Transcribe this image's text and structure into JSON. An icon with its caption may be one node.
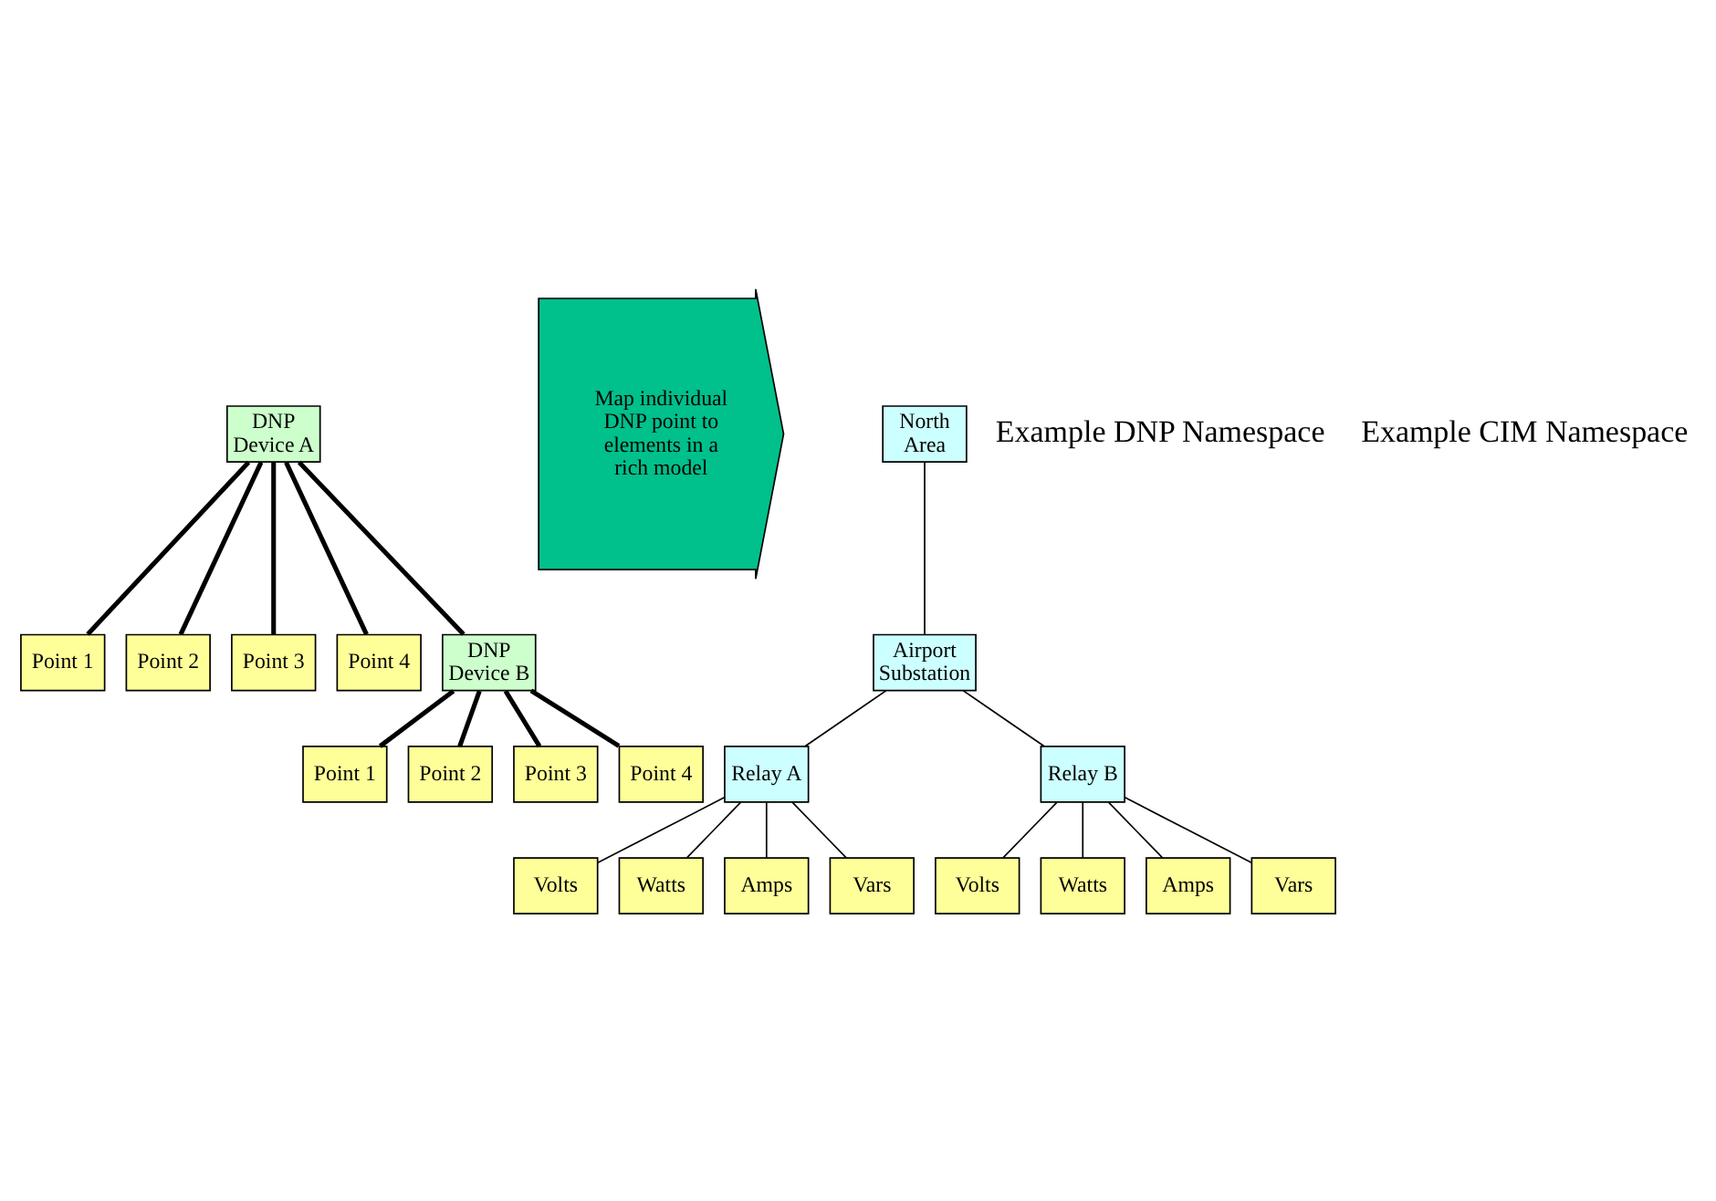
{
  "diagram": {
    "nodes": [
      {
        "text": [
          "DNP Device A"
        ]
      },
      {
        "text": [
          "Point 1"
        ]
      },
      {
        "text": [
          "Point 2"
        ]
      },
      {
        "text": [
          "Point 3"
        ]
      },
      {
        "text": [
          "Point 4"
        ]
      },
      {
        "text": [
          "DNP Device B"
        ]
      },
      {
        "text": [
          "Point 1"
        ]
      },
      {
        "text": [
          "Point 2"
        ]
      },
      {
        "text": [
          "Point 3"
        ]
      },
      {
        "text": [
          "Point 4"
        ]
      },
      {
        "text": [
          "Map individual DNP point to elements in a rich model"
        ]
      },
      {
        "text": [
          "North Area"
        ]
      },
      {
        "text": [
          "Airport Substation"
        ]
      },
      {
        "text": [
          "Relay A"
        ]
      },
      {
        "text": [
          "Relay B"
        ]
      },
      {
        "text": [
          "Volts"
        ]
      },
      {
        "text": [
          "Watts"
        ]
      },
      {
        "text": [
          "Amps"
        ]
      },
      {
        "text": [
          "Vars"
        ]
      },
      {
        "text": [
          "Volts"
        ]
      },
      {
        "text": [
          "Watts"
        ]
      },
      {
        "text": [
          "Amps"
        ]
      },
      {
        "text": [
          "Vars"
        ]
      }
    ],
    "edges": [
      {
        "from": 0,
        "to": 5,
        "arrow": "none",
        "style": "thick"
      },
      {
        "from": 0,
        "to": 1,
        "arrow": "none",
        "style": "thick"
      },
      {
        "from": 0,
        "to": 2,
        "arrow": "none",
        "style": "thick"
      },
      {
        "from": 0,
        "to": 3,
        "arrow": "none",
        "style": "thick"
      },
      {
        "from": 0,
        "to": 4,
        "arrow": "none",
        "style": "thick"
      },
      {
        "from": 5,
        "to": 6,
        "arrow": "none",
        "style": "thick"
      },
      {
        "from": 5,
        "to": 7,
        "arrow": "none",
        "style": "thick"
      },
      {
        "from": 5,
        "to": 8,
        "arrow": "none",
        "style": "thick"
      },
      {
        "from": 5,
        "to": 9,
        "arrow": "none",
        "style": "thick"
      },
      {
        "from": 11,
        "to": 12,
        "arrow": "none"
      },
      {
        "from": 12,
        "to": 13,
        "arrow": "none"
      },
      {
        "from": 12,
        "to": 14,
        "arrow": "none"
      },
      {
        "from": 13,
        "to": 15,
        "arrow": "none"
      },
      {
        "from": 13,
        "to": 16,
        "arrow": "none"
      },
      {
        "from": 13,
        "to": 17,
        "arrow": "none"
      },
      {
        "from": 13,
        "to": 18,
        "arrow": "none"
      },
      {
        "from": 14,
        "to": 19,
        "arrow": "none"
      },
      {
        "from": 14,
        "to": 20,
        "arrow": "none"
      },
      {
        "from": 14,
        "to": 21,
        "arrow": "none"
      },
      {
        "from": 14,
        "to": 22,
        "arrow": "none"
      }
    ],
    "labels": [
      "Example DNP Namespace",
      "Example CIM Namespace"
    ]
  }
}
